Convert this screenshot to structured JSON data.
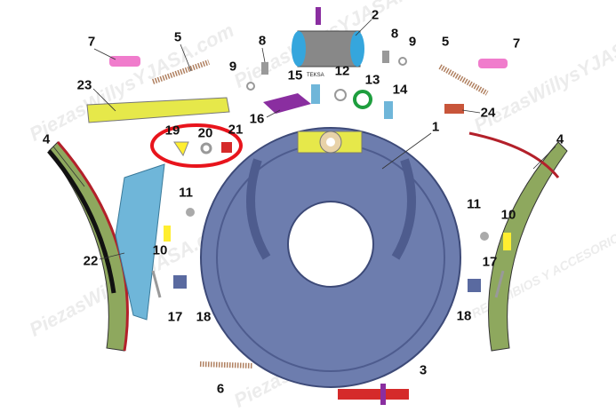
{
  "watermark": "PiezasWillysYJASA.com",
  "watermark_sub": "RECAMBIOS Y ACCESORIOS",
  "cylinder_marking": "TEKSA",
  "parts": [
    {
      "id": "backing-plate",
      "number": "1"
    },
    {
      "id": "wheel-cylinder",
      "number": "2"
    },
    {
      "id": "bottom-cylinder",
      "number": "3"
    },
    {
      "id": "brake-shoe-left",
      "number": "4"
    },
    {
      "id": "brake-shoe-right",
      "number": "4"
    },
    {
      "id": "spring-left",
      "number": "5"
    },
    {
      "id": "spring-right",
      "number": "5"
    },
    {
      "id": "bottom-spring",
      "number": "6"
    },
    {
      "id": "pin-left",
      "number": "7"
    },
    {
      "id": "pin-right",
      "number": "7"
    },
    {
      "id": "bolt-left",
      "number": "8"
    },
    {
      "id": "bolt-right",
      "number": "8"
    },
    {
      "id": "washer-left",
      "number": "9"
    },
    {
      "id": "washer-right",
      "number": "9"
    },
    {
      "id": "anchor-pin-left",
      "number": "10"
    },
    {
      "id": "anchor-pin-right",
      "number": "10"
    },
    {
      "id": "nut-left",
      "number": "11"
    },
    {
      "id": "nut-right",
      "number": "11"
    },
    {
      "id": "ring",
      "number": "12"
    },
    {
      "id": "green-ring",
      "number": "13"
    },
    {
      "id": "clip-14",
      "number": "14"
    },
    {
      "id": "clip-15",
      "number": "15"
    },
    {
      "id": "anchor-plate",
      "number": "16"
    },
    {
      "id": "hold-pin-left",
      "number": "17"
    },
    {
      "id": "hold-pin-right",
      "number": "17"
    },
    {
      "id": "retainer-left",
      "number": "18"
    },
    {
      "id": "retainer-right",
      "number": "18"
    },
    {
      "id": "yellow-clip",
      "number": "19"
    },
    {
      "id": "small-washer",
      "number": "20"
    },
    {
      "id": "red-cap",
      "number": "21"
    },
    {
      "id": "lever",
      "number": "22"
    },
    {
      "id": "strut",
      "number": "23"
    },
    {
      "id": "adjuster-clip",
      "number": "24"
    }
  ],
  "colors": {
    "plate": "#6d7dae",
    "shoe": "#8ea85e",
    "lining": "#b3202a",
    "strut": "#e6e84a",
    "lever": "#6fb6d9",
    "highlight": "#e8141c"
  }
}
